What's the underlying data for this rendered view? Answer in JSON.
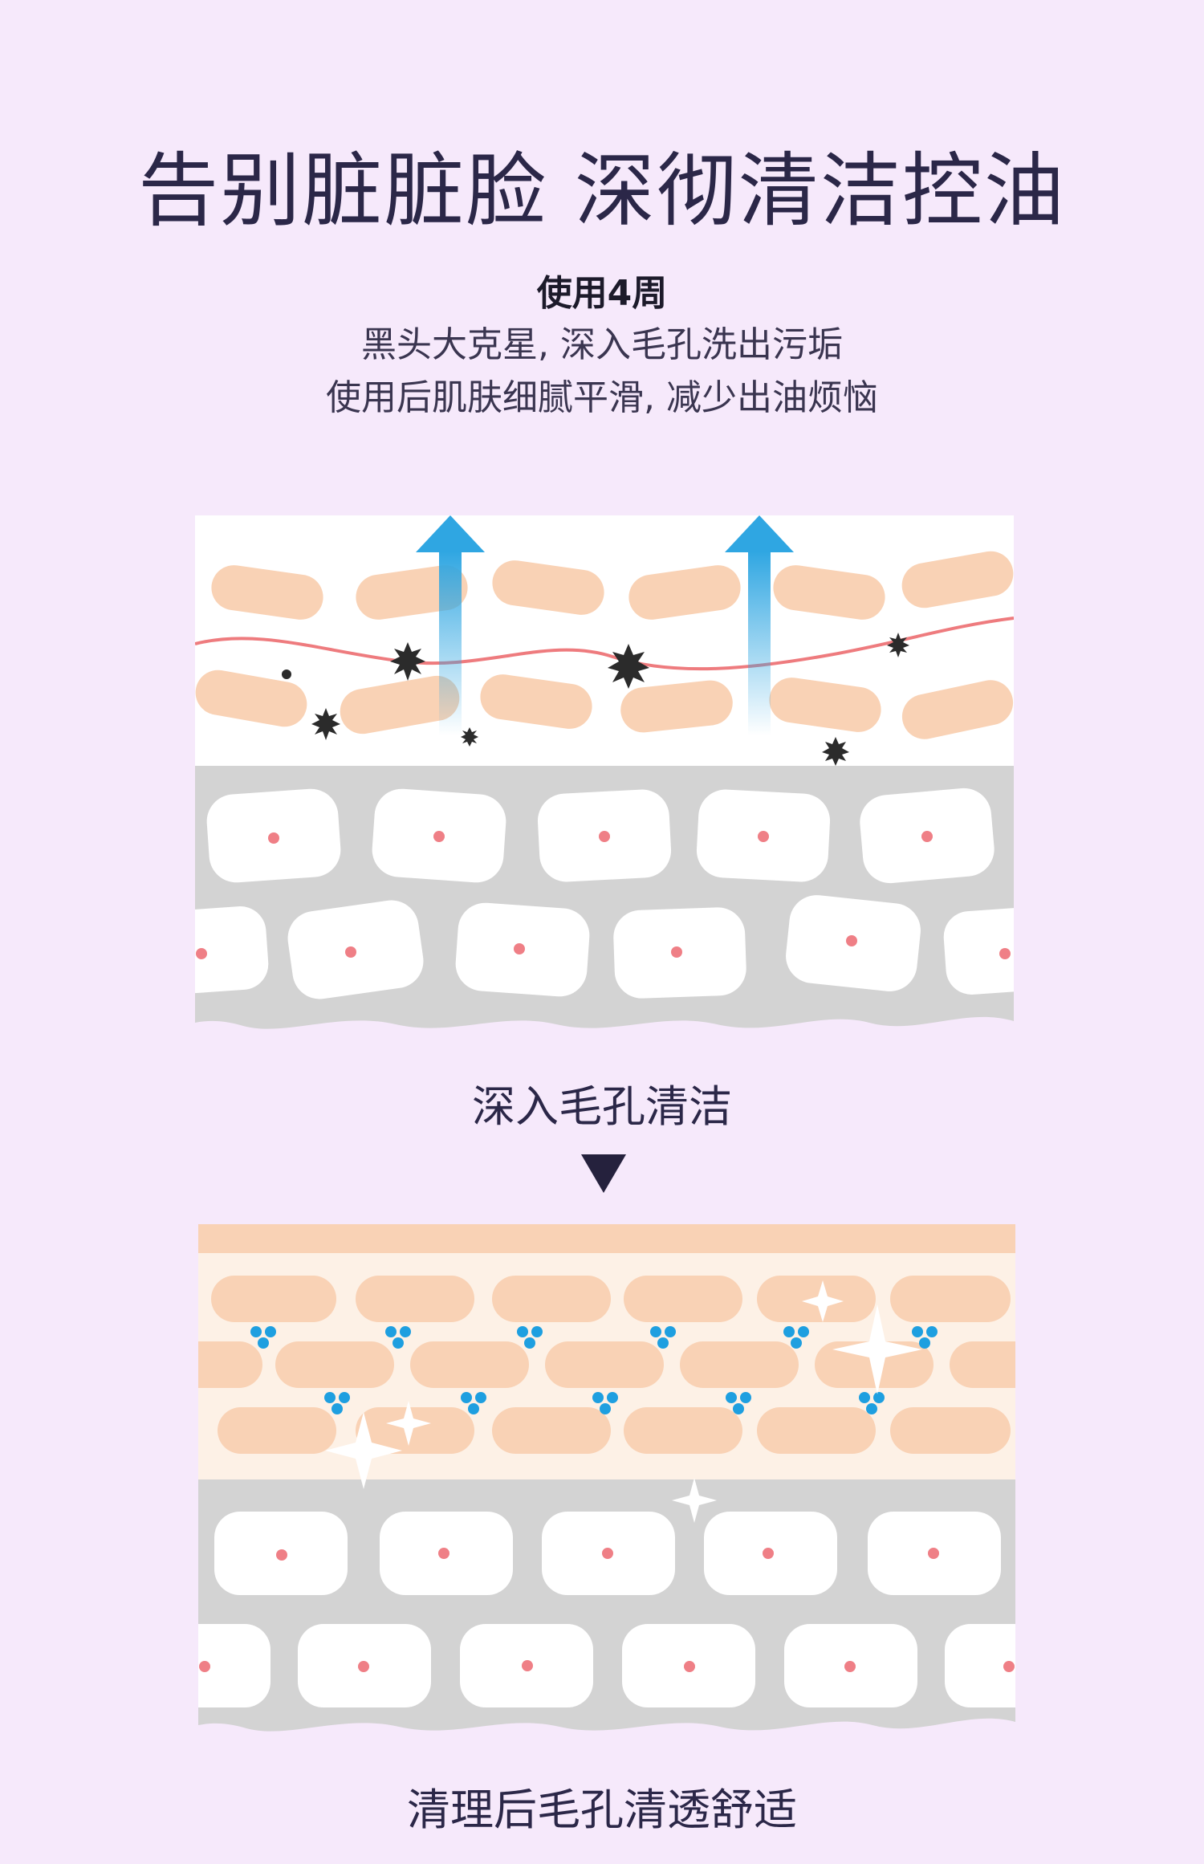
{
  "header": {
    "title": "告别脏脏脸 深彻清洁控油",
    "subtitle": "使用4周",
    "line1": "黑头大克星, 深入毛孔洗出污垢",
    "line2": "使用后肌肤细腻平滑, 减少出油烦恼"
  },
  "captions": {
    "before": "深入毛孔清洁",
    "after": "清理后毛孔清透舒适"
  },
  "icons": {
    "divider": "triangle-down-icon",
    "lift": "arrow-up-icon",
    "dirt": "dirt-particle-icon",
    "sparkle": "sparkle-icon",
    "droplet": "droplet-cluster-icon"
  },
  "colors": {
    "background": "#f6e9fb",
    "skin_cell": "#f9d2b5",
    "skin_cell_light": "#fbe3cf",
    "dermis": "#d3d3d3",
    "nucleus": "#ef7f86",
    "arrow": "#2fa6e2",
    "dirt": "#2b2b2b",
    "droplet": "#1e9fe0",
    "vein": "#ee7b7e",
    "text": "#2b2748"
  }
}
